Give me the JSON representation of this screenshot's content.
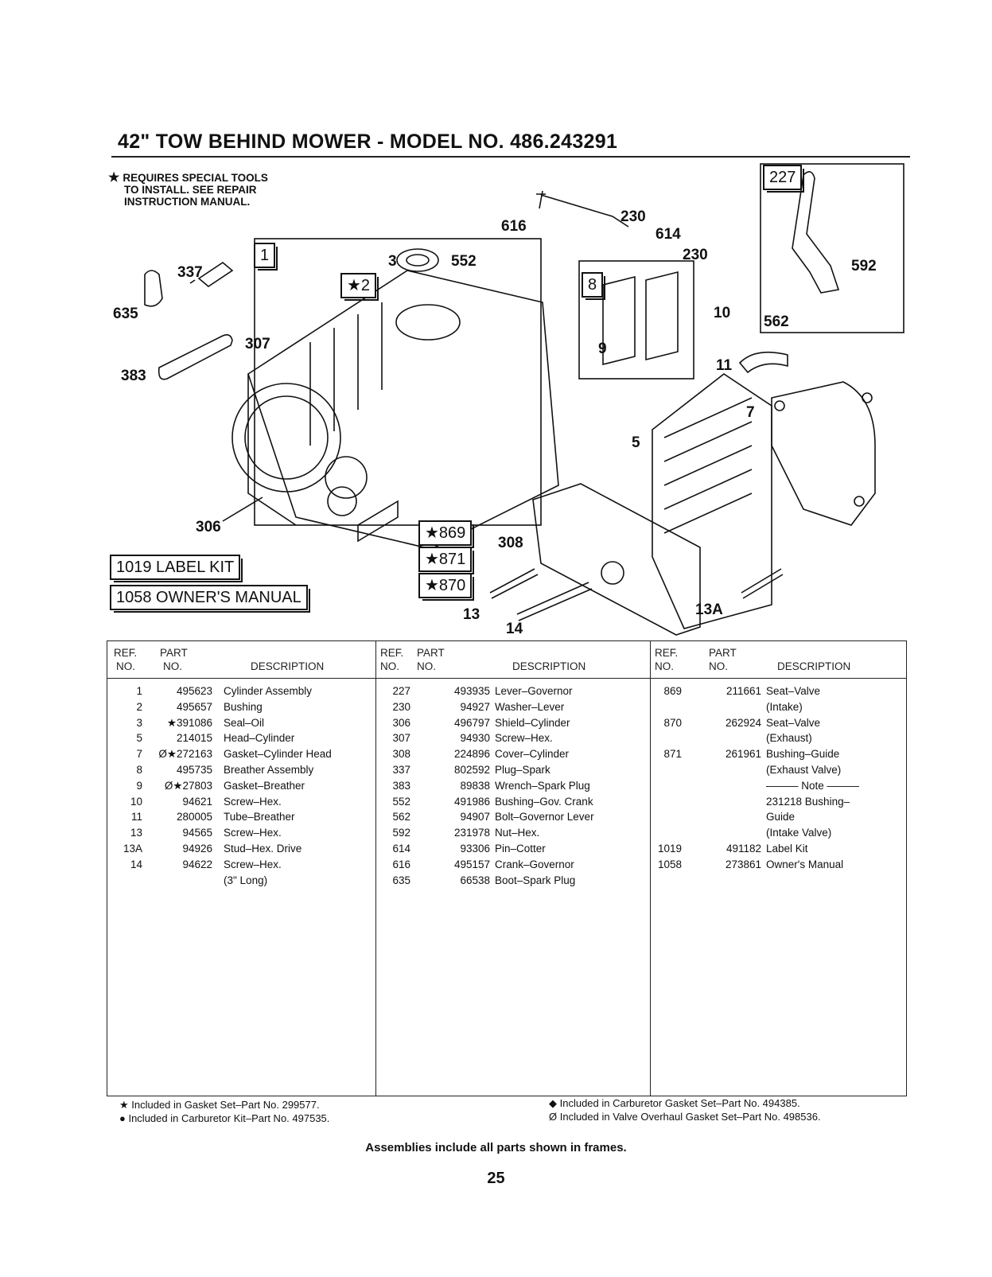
{
  "title": "42\" TOW BEHIND MOWER - MODEL NO. 486.243291",
  "note": {
    "symbol": "★",
    "lines": [
      "REQUIRES SPECIAL TOOLS",
      "TO INSTALL. SEE REPAIR",
      "INSTRUCTION MANUAL."
    ]
  },
  "diagram": {
    "callouts": [
      "616",
      "230",
      "614",
      "230",
      "337",
      "635",
      "3",
      "552",
      "307",
      "383",
      "306",
      "10",
      "11",
      "592",
      "7",
      "5",
      "308",
      "13",
      "14",
      "13A",
      "562",
      "9"
    ],
    "boxed": [
      "1",
      "★2",
      "8",
      "227",
      "★869",
      "★871",
      "★870"
    ],
    "kits": [
      "1019 LABEL KIT",
      "1058 OWNER'S MANUAL"
    ]
  },
  "table": {
    "headers": {
      "ref": [
        "REF.",
        "NO."
      ],
      "part": [
        "PART",
        "NO."
      ],
      "desc": "DESCRIPTION"
    },
    "columns": [
      [
        {
          "ref": "1",
          "part": "495623",
          "desc": "Cylinder Assembly"
        },
        {
          "ref": "2",
          "part": "495657",
          "desc": "Bushing"
        },
        {
          "ref": "3",
          "part": "★391086",
          "desc": "Seal–Oil"
        },
        {
          "ref": "5",
          "part": "214015",
          "desc": "Head–Cylinder"
        },
        {
          "ref": "7",
          "part": "Ø★272163",
          "desc": "Gasket–Cylinder Head"
        },
        {
          "ref": "8",
          "part": "495735",
          "desc": "Breather Assembly"
        },
        {
          "ref": "9",
          "part": "Ø★27803",
          "desc": "Gasket–Breather"
        },
        {
          "ref": "10",
          "part": "94621",
          "desc": "Screw–Hex."
        },
        {
          "ref": "11",
          "part": "280005",
          "desc": "Tube–Breather"
        },
        {
          "ref": "13",
          "part": "94565",
          "desc": "Screw–Hex."
        },
        {
          "ref": "13A",
          "part": "94926",
          "desc": "Stud–Hex. Drive"
        },
        {
          "ref": "14",
          "part": "94622",
          "desc": "Screw–Hex."
        },
        {
          "ref": "",
          "part": "",
          "desc": "(3\" Long)"
        }
      ],
      [
        {
          "ref": "227",
          "part": "493935",
          "desc": "Lever–Governor"
        },
        {
          "ref": "230",
          "part": "94927",
          "desc": "Washer–Lever"
        },
        {
          "ref": "306",
          "part": "496797",
          "desc": "Shield–Cylinder"
        },
        {
          "ref": "307",
          "part": "94930",
          "desc": "Screw–Hex."
        },
        {
          "ref": "308",
          "part": "224896",
          "desc": "Cover–Cylinder"
        },
        {
          "ref": "337",
          "part": "802592",
          "desc": "Plug–Spark"
        },
        {
          "ref": "383",
          "part": "89838",
          "desc": "Wrench–Spark Plug"
        },
        {
          "ref": "552",
          "part": "491986",
          "desc": "Bushing–Gov. Crank"
        },
        {
          "ref": "562",
          "part": "94907",
          "desc": "Bolt–Governor Lever"
        },
        {
          "ref": "592",
          "part": "231978",
          "desc": "Nut–Hex."
        },
        {
          "ref": "614",
          "part": "93306",
          "desc": "Pin–Cotter"
        },
        {
          "ref": "616",
          "part": "495157",
          "desc": "Crank–Governor"
        },
        {
          "ref": "635",
          "part": "66538",
          "desc": "Boot–Spark Plug"
        }
      ],
      [
        {
          "ref": "869",
          "part": "211661",
          "desc": "Seat–Valve"
        },
        {
          "ref": "",
          "part": "",
          "desc": "(Intake)"
        },
        {
          "ref": "870",
          "part": "262924",
          "desc": "Seat–Valve"
        },
        {
          "ref": "",
          "part": "",
          "desc": "(Exhaust)"
        },
        {
          "ref": "871",
          "part": "261961",
          "desc": "Bushing–Guide"
        },
        {
          "ref": "",
          "part": "",
          "desc": "(Exhaust Valve)"
        },
        {
          "ref": "",
          "part": "",
          "desc": "——— Note ———"
        },
        {
          "ref": "",
          "part": "",
          "desc": "231218 Bushing–"
        },
        {
          "ref": "",
          "part": "",
          "desc": "Guide"
        },
        {
          "ref": "",
          "part": "",
          "desc": "(Intake Valve)"
        },
        {
          "ref": "1019",
          "part": "491182",
          "desc": "Label Kit"
        },
        {
          "ref": "1058",
          "part": "273861",
          "desc": "Owner's Manual"
        }
      ]
    ]
  },
  "footnotes": {
    "left": [
      "★  Included in Gasket Set–Part No. 299577.",
      "●  Included in Carburetor Kit–Part No. 497535."
    ],
    "right": [
      "◆  Included in Carburetor Gasket Set–Part No. 494385.",
      "Ø  Included in Valve Overhaul Gasket Set–Part No. 498536."
    ]
  },
  "footer": "Assemblies include all parts shown in frames.",
  "page_number": "25"
}
